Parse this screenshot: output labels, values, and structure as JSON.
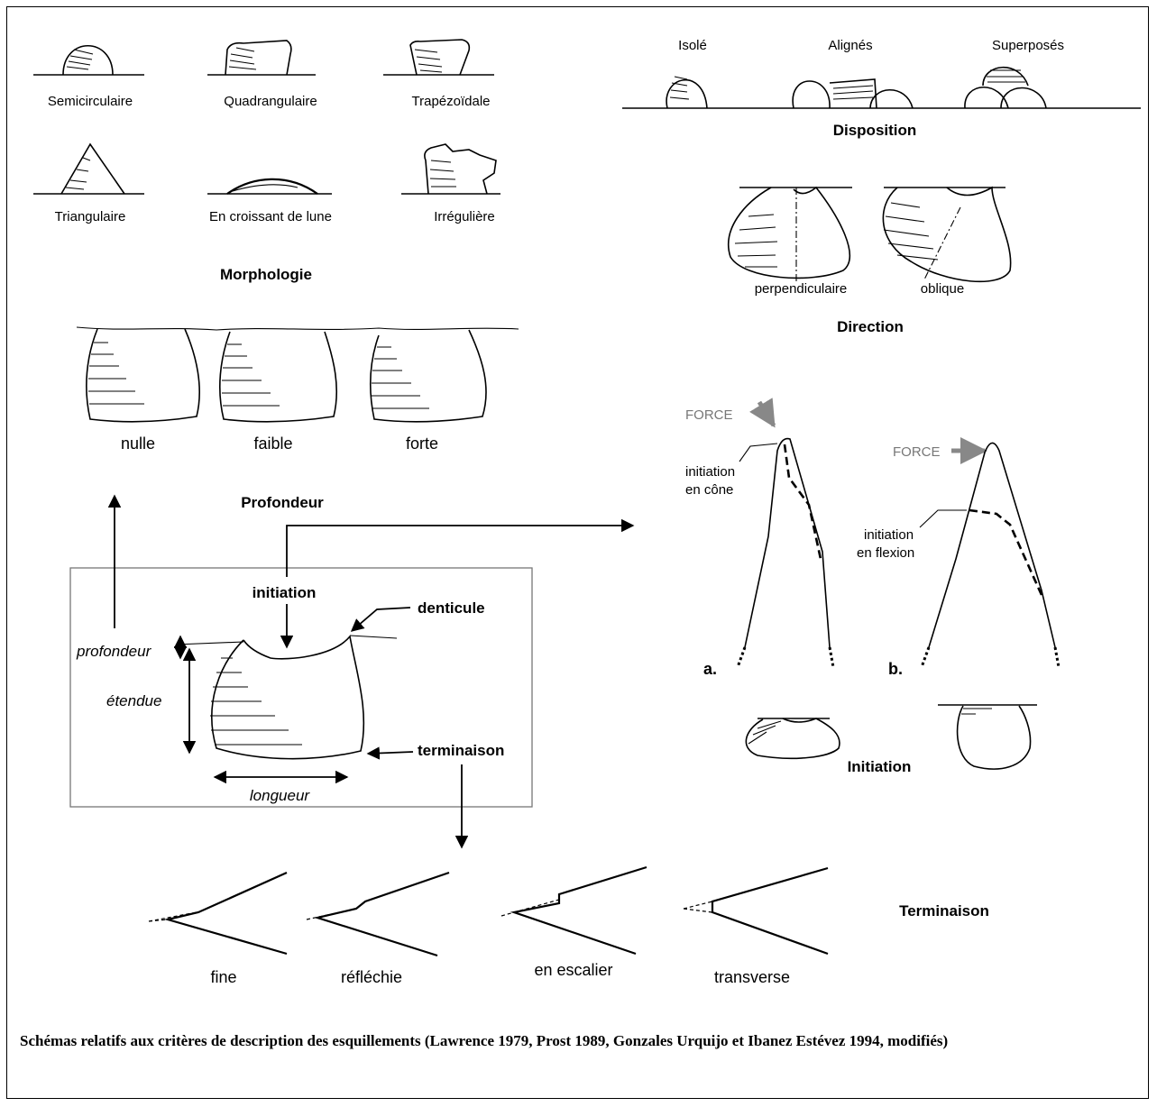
{
  "morphologie": {
    "title": "Morphologie",
    "shapes": [
      "Semicirculaire",
      "Quadrangulaire",
      "Trapézoïdale",
      "Triangulaire",
      "En croissant de lune",
      "Irrégulière"
    ]
  },
  "disposition": {
    "title": "Disposition",
    "items": [
      "Isolé",
      "Alignés",
      "Superposés"
    ]
  },
  "direction": {
    "title": "Direction",
    "items": [
      "perpendiculaire",
      "oblique"
    ]
  },
  "profondeur": {
    "title": "Profondeur",
    "items": [
      "nulle",
      "faible",
      "forte"
    ]
  },
  "schema": {
    "initiation": "initiation",
    "denticule": "denticule",
    "terminaison": "terminaison",
    "profondeur": "profondeur",
    "etendue": "étendue",
    "longueur": "longueur"
  },
  "initiation": {
    "title": "Initiation",
    "force": "FORCE",
    "cone_line1": "initiation",
    "cone_line2": "en cône",
    "flexion_line1": "initiation",
    "flexion_line2": "en flexion",
    "a": "a.",
    "b": "b."
  },
  "terminaison": {
    "title": "Terminaison",
    "items": [
      "fine",
      "réfléchie",
      "en escalier",
      "transverse"
    ]
  },
  "caption": "Schémas relatifs aux critères de description des esquillements (Lawrence 1979, Prost 1989, Gonzales Urquijo et Ibanez Estévez 1994, modifiés)"
}
